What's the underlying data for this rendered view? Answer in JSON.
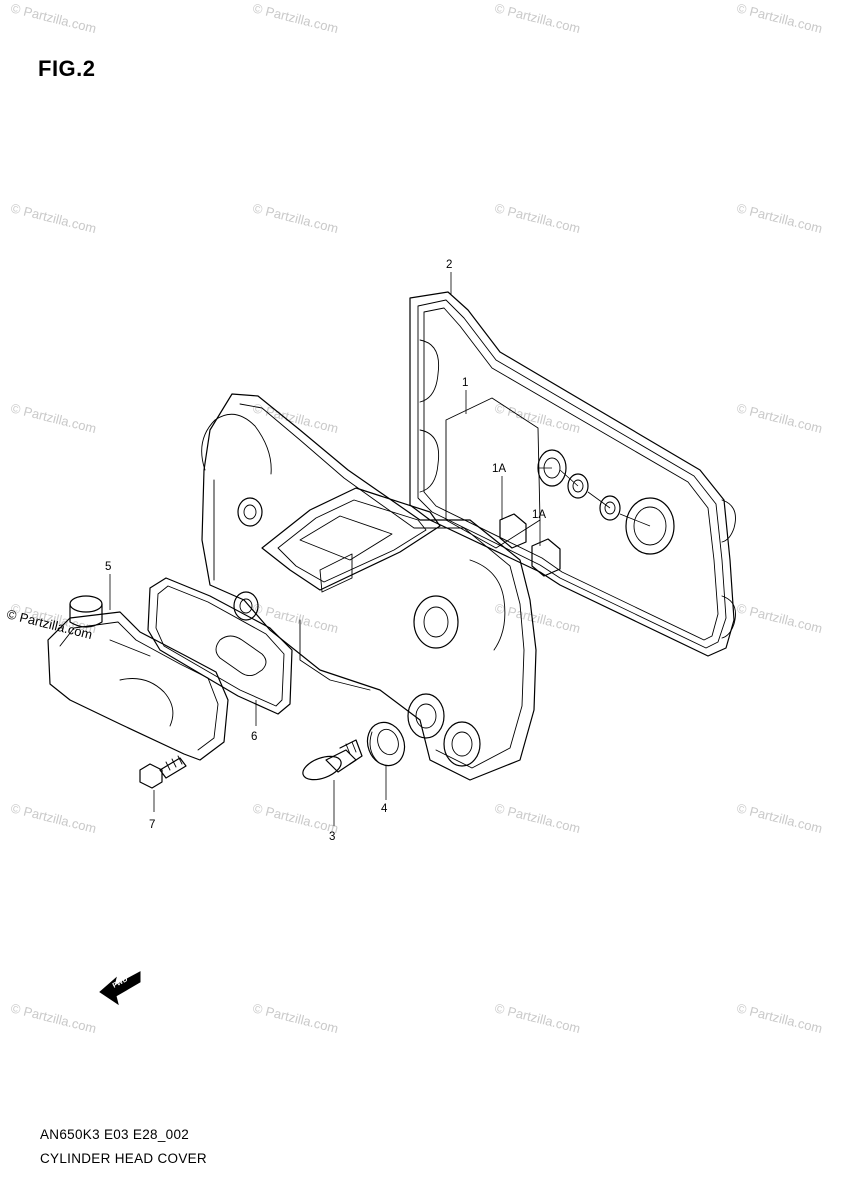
{
  "figure": {
    "title": "FIG.2",
    "diagram_code": "AN650K3 E03 E28_002",
    "diagram_name": "CYLINDER HEAD COVER"
  },
  "callouts": {
    "part_1": "1",
    "part_1a_upper": "1A",
    "part_1a_lower": "1A",
    "part_2": "2",
    "part_3": "3",
    "part_4": "4",
    "part_5": "5",
    "part_6": "6",
    "part_7": "7"
  },
  "watermark": {
    "text": "© Partzilla.com",
    "side_text": "© Partzilla.com"
  },
  "fwd_arrow": {
    "label": "FWD"
  }
}
